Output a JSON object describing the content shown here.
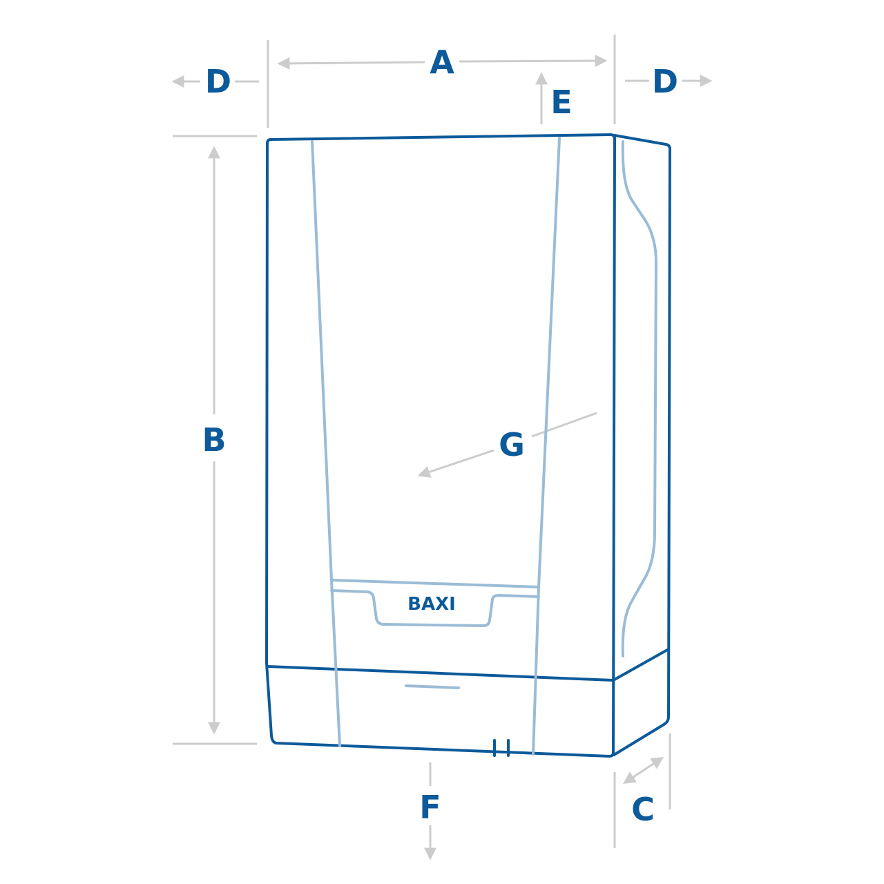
{
  "labels": {
    "A": "A",
    "B": "B",
    "C": "C",
    "D_left": "D",
    "D_right": "D",
    "E": "E",
    "F": "F",
    "G": "G"
  },
  "logo": "BAXI",
  "colors": {
    "outline": "#0d5a9a",
    "inner": "#9bbcd6",
    "dimension": "#cccccc"
  }
}
